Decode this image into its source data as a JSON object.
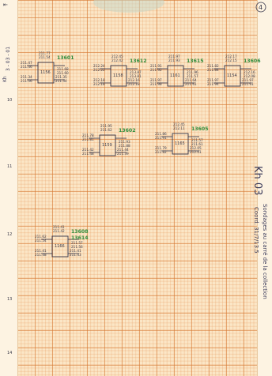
{
  "page": {
    "sheet_number": "4",
    "margin_top_note": "3 - 03 - 01",
    "margin_sub": "Kh",
    "side_title": "Kh 03",
    "side_note": "Sondages au carré de la collection",
    "side_note2": "Coord. 31/7/13.5",
    "axis_left": [
      "10",
      "11",
      "12",
      "13",
      "14"
    ]
  },
  "stones": [
    {
      "id": "1156",
      "label_main": "13601",
      "label_sub": "",
      "top": [
        "211.77",
        "211.54"
      ],
      "right_top": [
        "211.68",
        "211.60"
      ],
      "left": [
        "211.47",
        "211.46"
      ],
      "bottom_left": [
        "211.34",
        "211.56"
      ],
      "bottom_right": [
        "211.35",
        "211.54"
      ],
      "note": ""
    },
    {
      "id": "1158",
      "label_main": "13612",
      "label_sub": "",
      "top": [
        "212.45",
        "212.42"
      ],
      "right_top": [
        "213.87",
        "213.81"
      ],
      "left": [
        "212.24",
        "212.22"
      ],
      "bottom_left": [
        "212.18",
        "212.18"
      ],
      "bottom_right": [
        "212.16",
        "212.18"
      ],
      "note": ""
    },
    {
      "id": "1161",
      "label_main": "13615",
      "label_sub": "",
      "top": [
        "211.97",
        "211.93"
      ],
      "right_top": [
        "211.96",
        "211.57"
      ],
      "left": [
        "211.91",
        "211.92"
      ],
      "bottom_left": [
        "211.97",
        "211.98"
      ],
      "bottom_right": [
        "211.64",
        "211.61"
      ],
      "note": ""
    },
    {
      "id": "1154",
      "label_main": "13606",
      "label_sub": "",
      "top": [
        "212.17",
        "212.15"
      ],
      "right_top": [
        "212.16",
        "212.08"
      ],
      "left": [
        "211.82",
        "211.84"
      ],
      "bottom_left": [
        "211.97",
        "211.94"
      ],
      "bottom_right": [
        "211.97",
        "211.91"
      ],
      "note": ""
    },
    {
      "id": "1159",
      "label_main": "13602",
      "label_sub": "",
      "top": [
        "211.95",
        "211.62"
      ],
      "right_top": [
        "211.93",
        "211.88"
      ],
      "left": [
        "211.78",
        "211.81"
      ],
      "bottom_left": [
        "211.42",
        "211.48"
      ],
      "bottom_right": [
        "211.44",
        "211.39"
      ],
      "note": ""
    },
    {
      "id": "1165",
      "label_main": "13605",
      "label_sub": "",
      "top": [
        "212.45",
        "212.11"
      ],
      "right_top": [
        "211.57",
        "211.61"
      ],
      "left": [
        "211.86",
        "211.91"
      ],
      "bottom_left": [
        "211.79",
        "211.82"
      ],
      "bottom_right": [
        "212.05",
        "212.01"
      ],
      "note": ""
    },
    {
      "id": "1166",
      "label_main": "13608",
      "label_sub": "13614",
      "top": [
        "211.41",
        "211.42"
      ],
      "right_top": [
        "211.57",
        "211.56"
      ],
      "left": [
        "211.62",
        "211.54"
      ],
      "bottom_left": [
        "211.41",
        "211.48"
      ],
      "bottom_right": [
        "211.41",
        "211.43"
      ],
      "note": ""
    }
  ]
}
